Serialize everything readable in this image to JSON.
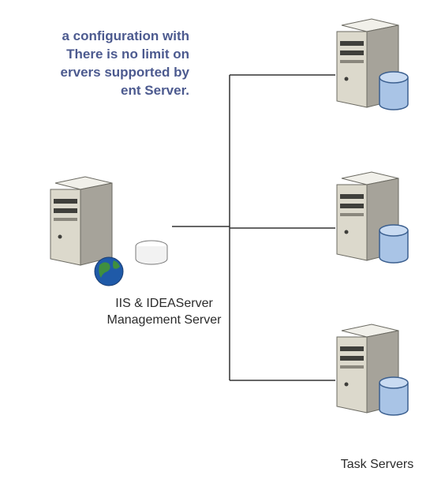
{
  "intro": {
    "lines": [
      "a configuration with",
      "There is no limit on",
      "ervers supported by",
      "ent Server."
    ]
  },
  "management_server": {
    "caption_line1": "IIS & IDEAServer",
    "caption_line2": "Management Server",
    "icons": [
      "server-tower-icon",
      "globe-icon",
      "database-disk-icon"
    ]
  },
  "task_servers": {
    "caption": "Task Servers",
    "count": 3,
    "icons": [
      "server-tower-icon",
      "database-cylinder-icon"
    ]
  },
  "colors": {
    "intro_text": "#4c5a8f",
    "connector": "#333333",
    "server_body": "#d9d6c8",
    "database": "#a9c4e6"
  }
}
